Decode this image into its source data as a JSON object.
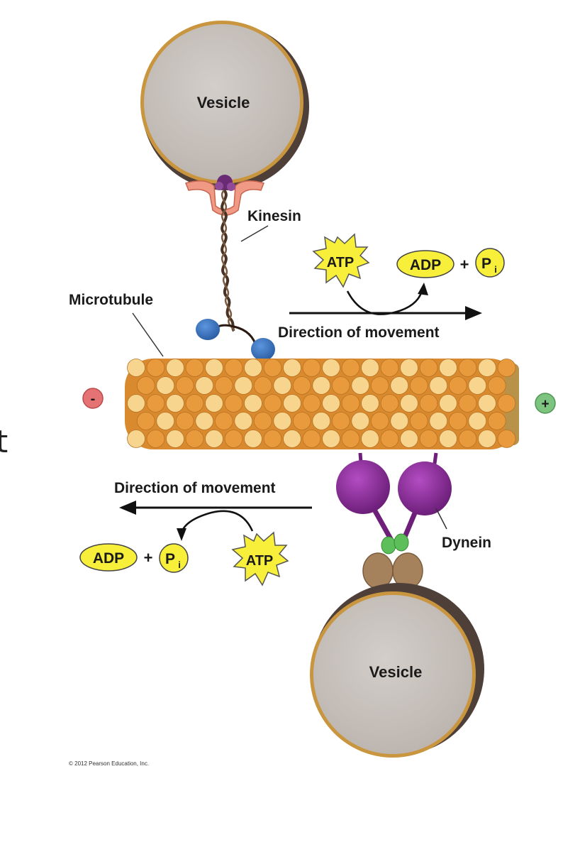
{
  "labels": {
    "vesicle_top": "Vesicle",
    "vesicle_bottom": "Vesicle",
    "kinesin": "Kinesin",
    "microtubule": "Microtubule",
    "dynein": "Dynein",
    "direction_top": "Direction of movement",
    "direction_bottom": "Direction of movement",
    "minus_sign": "-",
    "plus_sign": "+",
    "atp_top": "ATP",
    "adp_top": "ADP",
    "plus_top": "+",
    "pi_top": "P",
    "pi_sub_top": "i",
    "atp_bottom": "ATP",
    "adp_bottom": "ADP",
    "plus_bottom": "+",
    "pi_bottom": "P",
    "pi_sub_bottom": "i",
    "edge_glyph": "t",
    "copyright": "© 2012 Pearson Education, Inc."
  },
  "colors": {
    "vesicle_fill": "#c9c3bd",
    "vesicle_rim": "#c08a3a",
    "vesicle_shadow": "#5a4a40",
    "tubulin_dark": "#e89a3c",
    "tubulin_light": "#f7d58e",
    "kinesin_head": "#3f7cc8",
    "dynein_head": "#8e2a9a",
    "dynein_base": "#a6825c",
    "dynein_link": "#5dbf5a",
    "atp_burst": "#f7ef3a",
    "minus_pole": "#e57373",
    "plus_pole": "#7cc47f",
    "arrow": "#111111"
  }
}
